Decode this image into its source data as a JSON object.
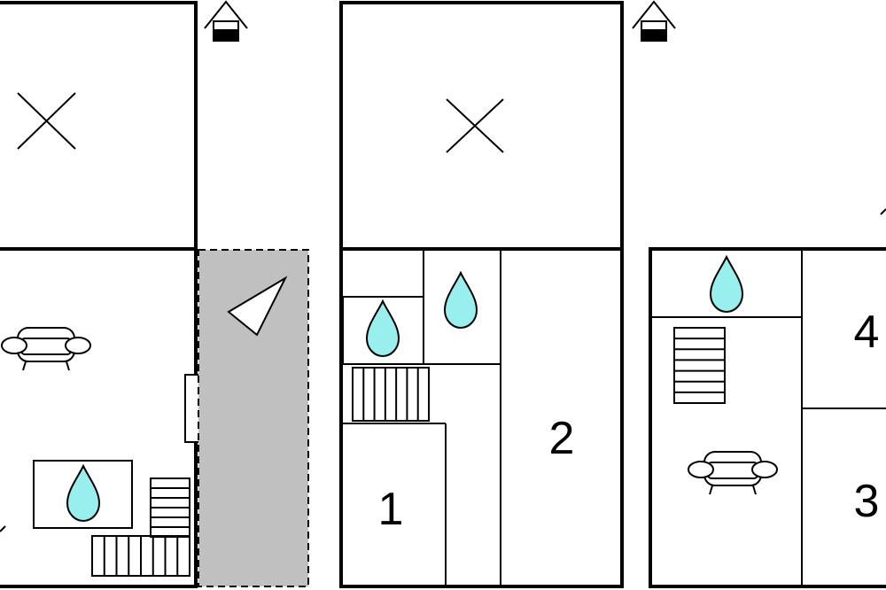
{
  "rooms": {
    "room_1": "1",
    "room_2": "2",
    "room_3": "3",
    "room_4": "4"
  },
  "colors": {
    "water": "#99eeee",
    "terrace": "#c0c0c0",
    "wall": "#000000"
  },
  "icons": [
    "house-icon",
    "cross-icon",
    "sofa-icon",
    "water-drop-icon",
    "stairs-icon",
    "compass-arrow-icon"
  ]
}
